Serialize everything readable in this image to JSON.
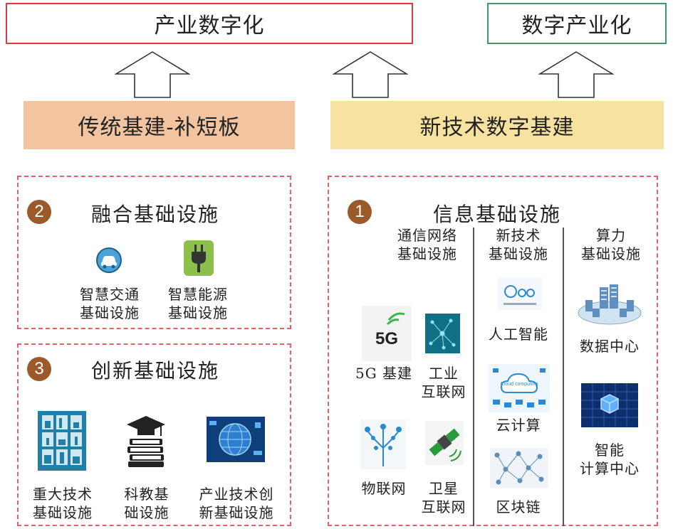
{
  "top": {
    "left_title": "产业数字化",
    "right_title": "数字产业化"
  },
  "bands": {
    "left": "传统基建-补短板",
    "right": "新技术数字基建"
  },
  "sections": {
    "fusion": {
      "number": "2",
      "title": "融合基础设施",
      "items": [
        {
          "label": "智慧交通\n基础设施",
          "icon": "car-icon"
        },
        {
          "label": "智慧能源\n基础设施",
          "icon": "plug-icon"
        }
      ]
    },
    "innovation": {
      "number": "3",
      "title": "创新基础设施",
      "items": [
        {
          "label": "重大技术\n基础设施",
          "icon": "infrastructure-icon"
        },
        {
          "label": "科教基\n础设施",
          "icon": "graduation-books-icon"
        },
        {
          "label": "产业技术创\n新基础设施",
          "icon": "tech-globe-icon"
        }
      ]
    },
    "info": {
      "number": "1",
      "title": "信息基础设施",
      "columns": [
        {
          "heading": "通信网络\n基础设施",
          "items": [
            {
              "label": "5G 基建",
              "icon": "5g-icon",
              "icon_text": "5G"
            },
            {
              "label": "工业\n互联网",
              "icon": "industrial-internet-icon"
            },
            {
              "label": "物联网",
              "icon": "iot-tree-icon"
            },
            {
              "label": "卫星\n互联网",
              "icon": "satellite-icon"
            }
          ]
        },
        {
          "heading": "新技术\n基础设施",
          "items": [
            {
              "label": "人工智能",
              "icon": "ai-icon"
            },
            {
              "label": "云计算",
              "icon": "cloud-computing-icon",
              "icon_text": "Cloud computing"
            },
            {
              "label": "区块链",
              "icon": "blockchain-icon"
            }
          ]
        },
        {
          "heading": "算力\n基础设施",
          "items": [
            {
              "label": "数据中心",
              "icon": "data-center-icon"
            },
            {
              "label": "智能\n计算中心",
              "icon": "intelligent-computing-icon"
            }
          ]
        }
      ]
    }
  },
  "colors": {
    "left_title_border": "#e03a3e",
    "right_title_border": "#3a9a6a",
    "left_band": "#f2c4a0",
    "right_band": "#f7e2a0",
    "dashed_border": "#e0626a",
    "number_circle": "#9a5a2a"
  }
}
